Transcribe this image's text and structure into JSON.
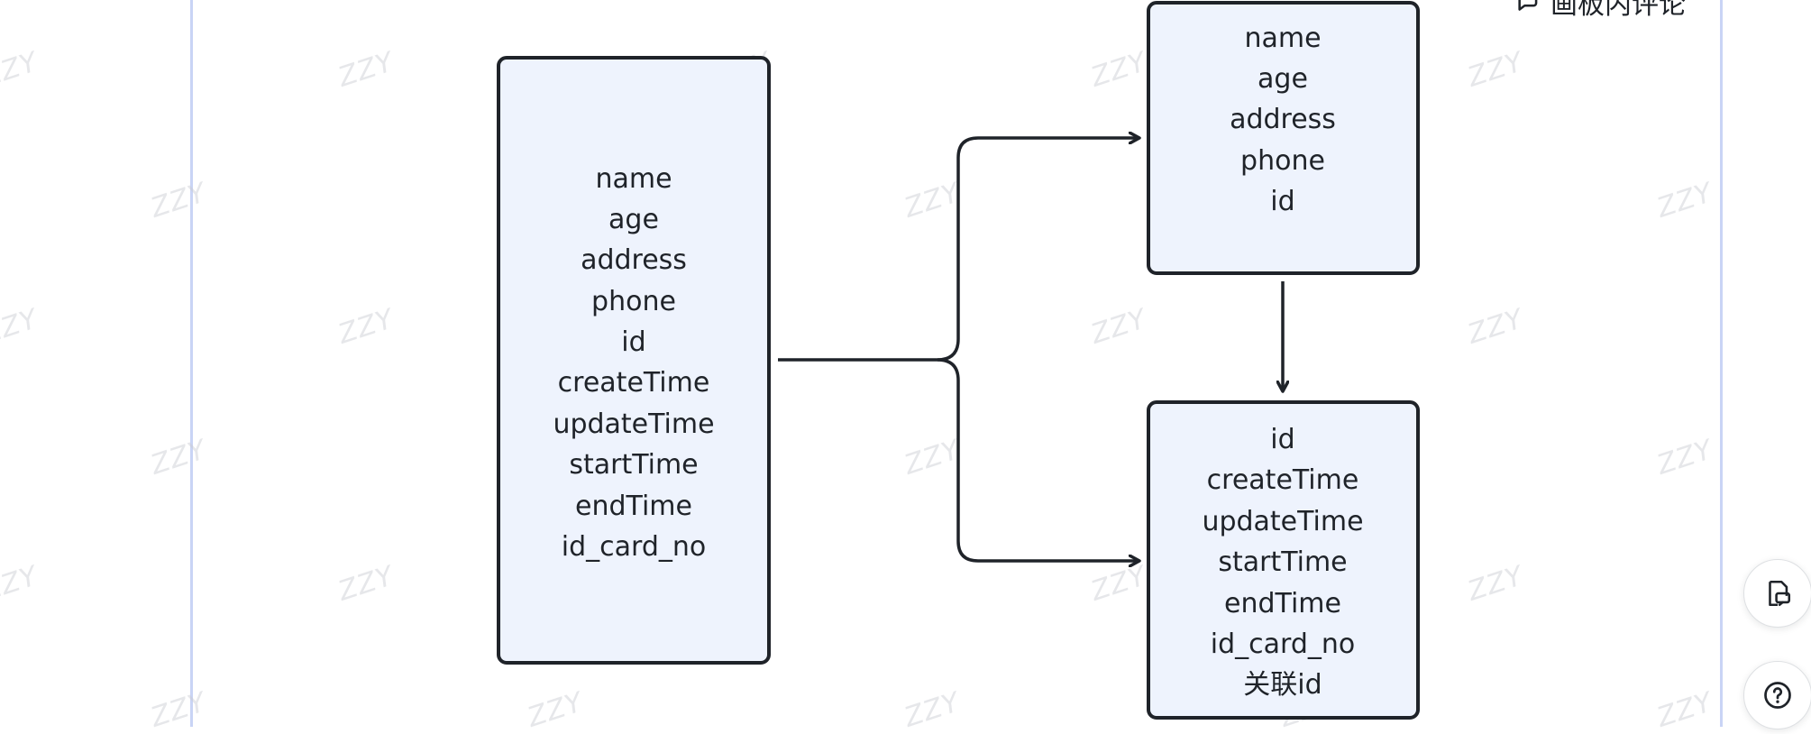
{
  "toolbar": {
    "comment_label": "画板内评论"
  },
  "watermark": {
    "text": "ZZY"
  },
  "diagram": {
    "left_box": {
      "fields": [
        "name",
        "age",
        "address",
        "phone",
        "id",
        "createTime",
        "updateTime",
        "startTime",
        "endTime",
        "id_card_no"
      ]
    },
    "top_right_box": {
      "fields": [
        "name",
        "age",
        "address",
        "phone",
        "id"
      ]
    },
    "bottom_right_box": {
      "fields": [
        "id",
        "createTime",
        "updateTime",
        "startTime",
        "endTime",
        "id_card_no",
        "关联id"
      ]
    }
  },
  "icons": {
    "comment": "comment-plus-icon",
    "export": "export-document-icon",
    "help": "help-circle-icon"
  },
  "colors": {
    "box_fill": "#eef3fd",
    "box_stroke": "#1f2329",
    "board_edge": "#c9d4f5"
  }
}
